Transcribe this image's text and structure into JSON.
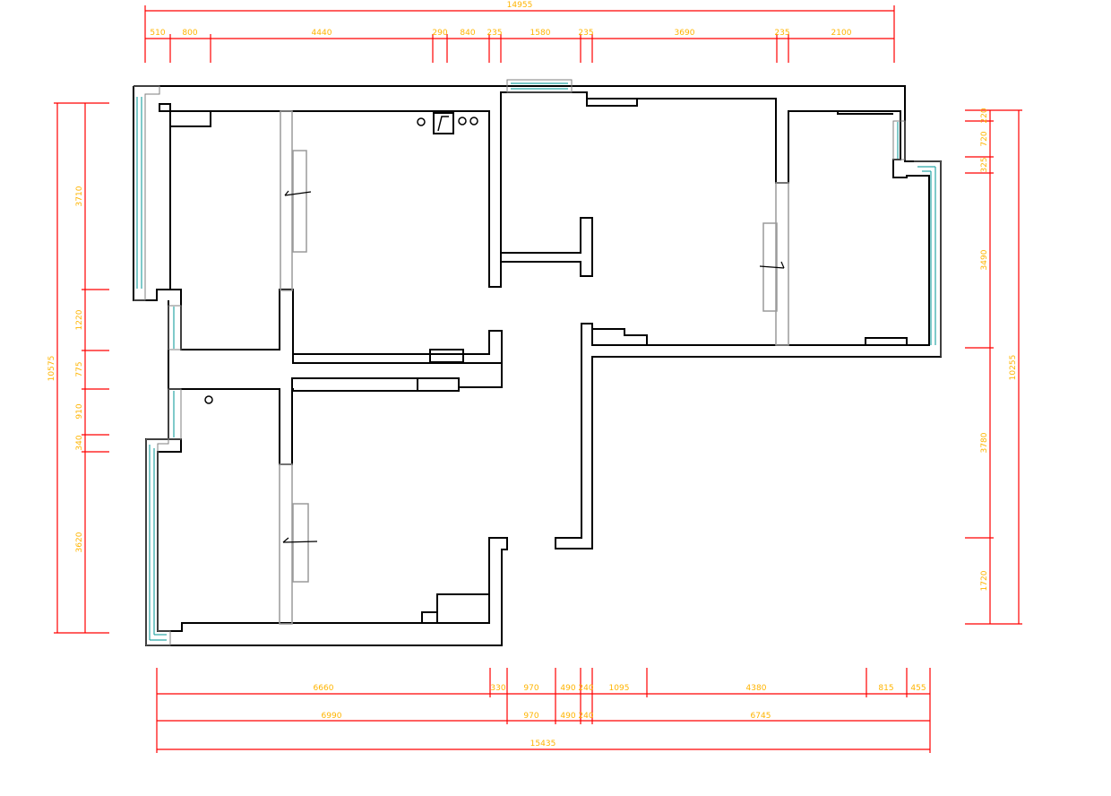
{
  "colors": {
    "wall": "#000000",
    "dimension": "#ff0000",
    "dimension_text": "#ffb400",
    "window": "#2aa7a7",
    "door_glass": "#9a9a9a"
  },
  "dimensions": {
    "top_total": "14955",
    "top": [
      "510",
      "800",
      "4440",
      "290",
      "840",
      "235",
      "1580",
      "235",
      "3690",
      "235",
      "2100"
    ],
    "bottom_row1": [
      "6660",
      "330",
      "970",
      "490",
      "240",
      "1095",
      "4380",
      "815",
      "455"
    ],
    "bottom_row2": [
      "6990",
      "970",
      "490",
      "240",
      "6745"
    ],
    "bottom_total": "15435",
    "left_total": "10575",
    "left": [
      "3710",
      "1220",
      "775",
      "910",
      "340",
      "3620"
    ],
    "right_total": "10255",
    "right": [
      "220",
      "720",
      "325",
      "3490",
      "3780",
      "1720"
    ]
  }
}
